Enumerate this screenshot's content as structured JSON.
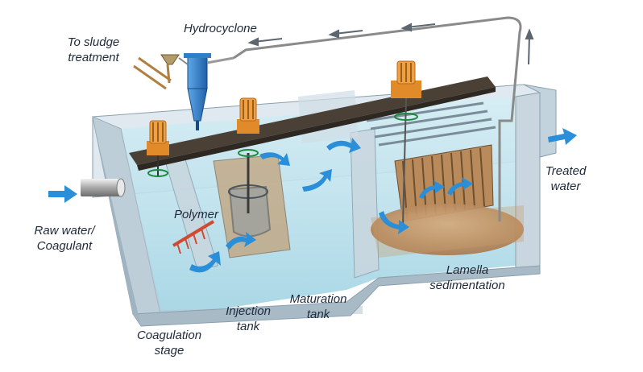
{
  "labels": {
    "hydrocyclone": "Hydrocyclone",
    "to_sludge_1": "To sludge",
    "to_sludge_2": "treatment",
    "treated_1": "Treated",
    "treated_2": "water",
    "raw_1": "Raw water/",
    "raw_2": "Coagulant",
    "polymer": "Polymer",
    "lamella_1": "Lamella",
    "lamella_2": "sedimentation",
    "maturation_1": "Maturation",
    "maturation_2": "tank",
    "injection_1": "Injection",
    "injection_2": "tank",
    "coagulation_1": "Coagulation",
    "coagulation_2": "stage"
  },
  "colors": {
    "water": "#bfe3ee",
    "water_deep": "#8ccbdd",
    "concrete": "#c9d6df",
    "concrete_dark": "#9fb3c1",
    "beam": "#4a4036",
    "motor": "#f0a040",
    "flow_arrow": "#2a8fd8",
    "hydrocyclone": "#2f7fc8",
    "sludge": "#c89a6a",
    "lamella": "#b98a5a"
  }
}
